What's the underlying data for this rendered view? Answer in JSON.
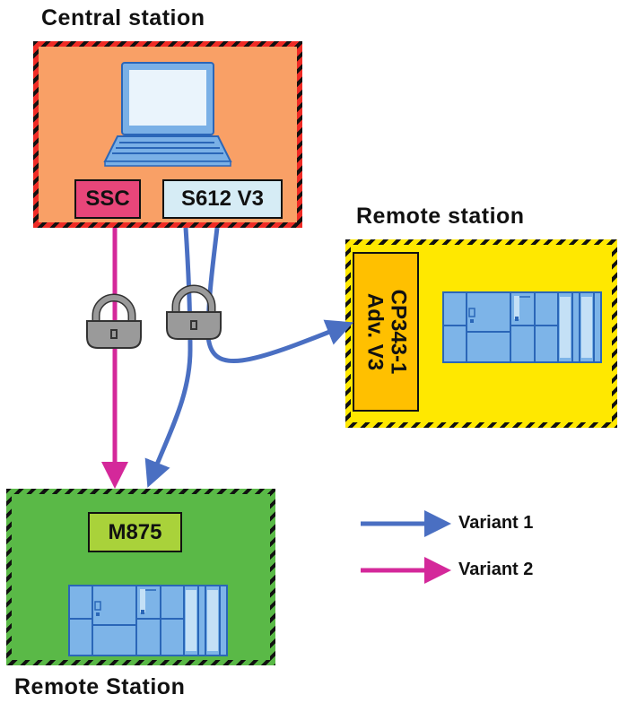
{
  "central": {
    "title": "Central station",
    "labels": {
      "ssc": "SSC",
      "s612": "S612 V3"
    },
    "fill": "#f9a066",
    "border": "#ef2b25"
  },
  "remote_yellow": {
    "title": "Remote station",
    "label_line1": "CP343-1",
    "label_line2": "Adv. V3",
    "fill": "#ffe800",
    "label_fill": "#ffc000"
  },
  "remote_green": {
    "title": "Remote Station",
    "label": "M875",
    "fill": "#5ab947",
    "label_fill": "#a9d23a"
  },
  "legend": {
    "items": [
      {
        "label": "Variant 1",
        "color": "#4a6fc2"
      },
      {
        "label": "Variant 2",
        "color": "#d4289a"
      }
    ]
  },
  "icons": [
    "laptop-icon",
    "padlock-icon",
    "plc-icon"
  ]
}
